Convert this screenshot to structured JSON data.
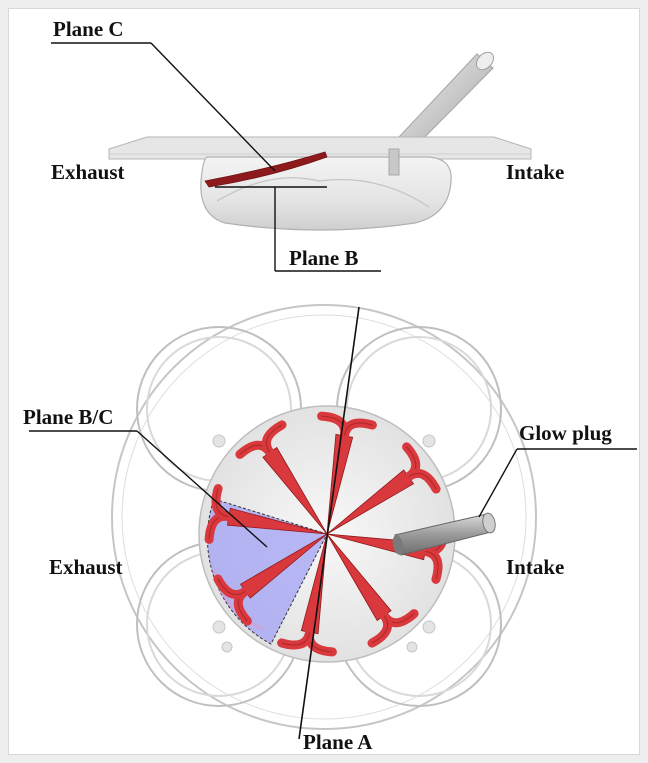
{
  "labels": {
    "plane_c": "Plane C",
    "plane_b": "Plane B",
    "plane_bc": "Plane B/C",
    "plane_a": "Plane A",
    "glow_plug": "Glow plug",
    "exhaust_top": "Exhaust",
    "intake_top": "Intake",
    "exhaust_bottom": "Exhaust",
    "intake_bottom": "Intake"
  },
  "colors": {
    "spray": "#d9383c",
    "spray_dark": "#8f1a1d",
    "plane_fill": "#a8a6f4",
    "outline": "#bdbdbd",
    "shading": "#d6d6d6"
  },
  "sprays": {
    "count": 8,
    "icon": "spray-plume-icon"
  }
}
